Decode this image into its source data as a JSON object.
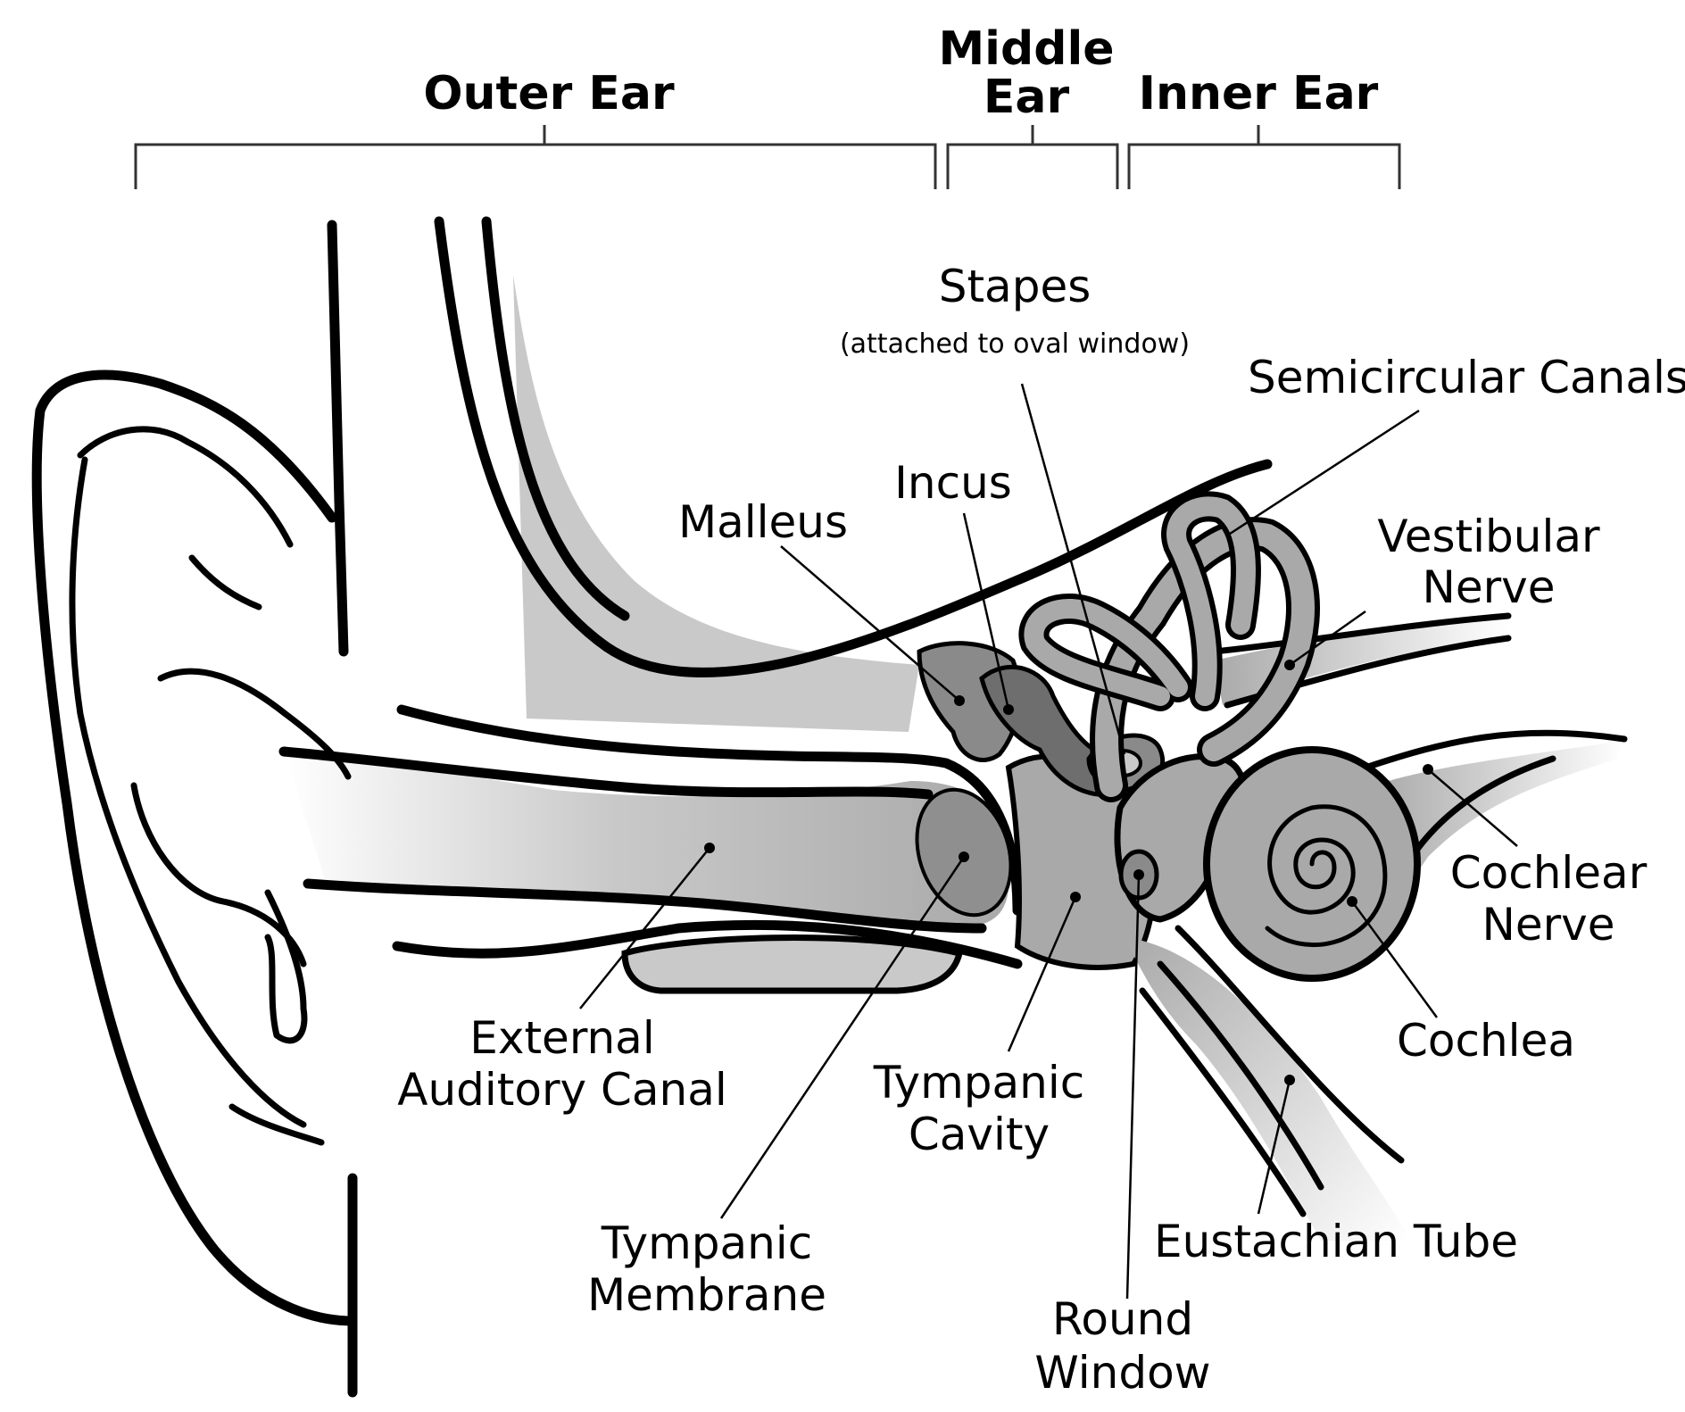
{
  "regions": {
    "outer_ear": "Outer Ear",
    "middle_ear_line1": "Middle",
    "middle_ear_line2": "Ear",
    "inner_ear": "Inner Ear"
  },
  "labels": {
    "stapes": "Stapes",
    "stapes_note": "(attached to oval window)",
    "semicircular_canals": "Semicircular Canals",
    "incus": "Incus",
    "malleus": "Malleus",
    "vestibular_nerve_line1": "Vestibular",
    "vestibular_nerve_line2": "Nerve",
    "cochlear_nerve_line1": "Cochlear",
    "cochlear_nerve_line2": "Nerve",
    "cochlea": "Cochlea",
    "external_canal_line1": "External",
    "external_canal_line2": "Auditory Canal",
    "tympanic_cavity_line1": "Tympanic",
    "tympanic_cavity_line2": "Cavity",
    "tympanic_membrane_line1": "Tympanic",
    "tympanic_membrane_line2": "Membrane",
    "eustachian_tube": "Eustachian Tube",
    "round_window_line1": "Round",
    "round_window_line2": "Window"
  },
  "colors": {
    "line": "#000000",
    "light_gray": "#c9c9c9",
    "mid_gray": "#a9a9a9",
    "dark_gray": "#6e6e6e",
    "background": "#ffffff"
  }
}
